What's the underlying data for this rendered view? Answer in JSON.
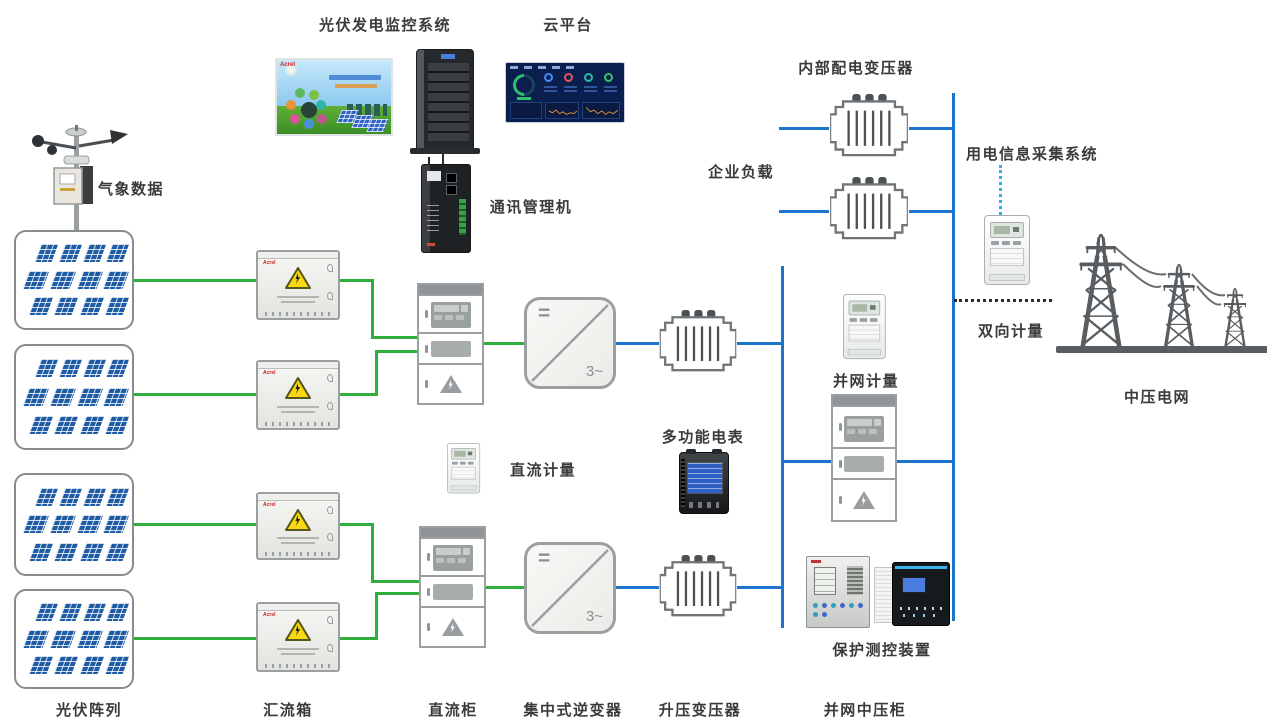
{
  "labels": {
    "monitoring_system": "光伏发电监控系统",
    "cloud_platform": "云平台",
    "weather_data": "气象数据",
    "comm_manager": "通讯管理机",
    "internal_transformer": "内部配电变压器",
    "enterprise_load": "企业负载",
    "power_info_system": "用电信息采集系统",
    "bidirectional_metering": "双向计量",
    "mv_grid": "中压电网",
    "grid_metering": "并网计量",
    "multifunction_meter": "多功能电表",
    "dc_metering": "直流计量",
    "protection_device": "保护测控装置",
    "pv_array": "光伏阵列",
    "combiner_box": "汇流箱",
    "dc_cabinet": "直流柜",
    "centralized_inverter": "集中式逆变器",
    "step_up_transformer": "升压变压器",
    "grid_mv_cabinet": "并网中压柜"
  },
  "symbols": {
    "inverter_dc": "=",
    "inverter_ac": "3~"
  },
  "brands": {
    "acrel": "Acrel"
  },
  "colors": {
    "wire_dc_green": "#2fae3e",
    "wire_ac_blue": "#1c75cf",
    "wire_comm_dotted_blue": "#2ab0f0",
    "wire_metering_dotted_black": "#2b2b2b",
    "pv_panel_blue": "#1d5ba5",
    "tower_gray": "#585d61",
    "warning_yellow": "#f8d912"
  }
}
